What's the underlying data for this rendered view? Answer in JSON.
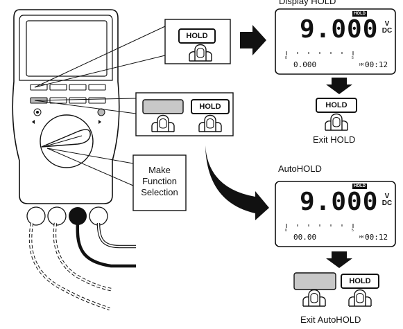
{
  "titles": {
    "display_hold": "Display HOLD",
    "autohold": "AutoHOLD"
  },
  "buttons": {
    "hold": "HOLD"
  },
  "callout": {
    "line1": "Make",
    "line2": "Function",
    "line3": "Selection"
  },
  "display_hold_lcd": {
    "badge": "HOLD",
    "reading": "9.000",
    "unit_top": "V",
    "unit_bottom": "DC",
    "scale_0": "0",
    "scale_5": "5",
    "secondary": "0.000",
    "time_prefix": "HM",
    "time": "00:12"
  },
  "autohold_lcd": {
    "badge": "HOLD",
    "reading": "9.000",
    "unit_top": "V",
    "unit_bottom": "DC",
    "scale_0": "0",
    "scale_5": "5",
    "secondary": "00.00",
    "time_prefix": "HM",
    "time": "00:12"
  },
  "captions": {
    "exit_hold": "Exit HOLD",
    "exit_autohold": "Exit AutoHOLD"
  }
}
